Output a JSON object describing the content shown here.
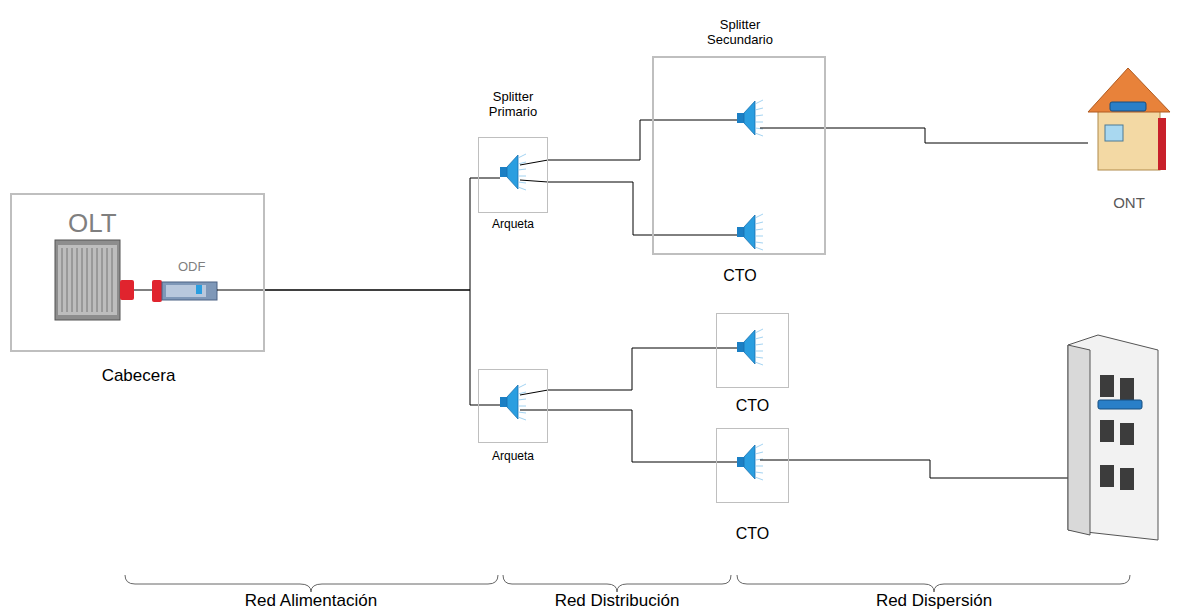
{
  "diagram": {
    "nodes": [
      {
        "text": [
          "Cabecera"
        ]
      },
      {
        "text": [
          "Splitter Primario",
          "Arqueta"
        ]
      },
      {
        "text": [
          "Splitter Secundario",
          "CTO"
        ]
      },
      {
        "text": [
          "Arqueta"
        ]
      },
      {
        "text": [
          "CTO"
        ]
      },
      {
        "text": [
          "CTO"
        ]
      },
      {
        "text": [
          "ONT"
        ]
      }
    ],
    "edges": [
      {
        "from": 0,
        "to": 1,
        "arrow": "none"
      },
      {
        "from": 0,
        "to": 3,
        "arrow": "none"
      },
      {
        "from": 1,
        "to": 2,
        "arrow": "none"
      },
      {
        "from": 1,
        "to": 2,
        "arrow": "none"
      },
      {
        "from": 3,
        "to": 4,
        "arrow": "none"
      },
      {
        "from": 3,
        "to": 5,
        "arrow": "none"
      },
      {
        "from": 2,
        "to": 6,
        "arrow": "none"
      }
    ],
    "labels": [
      "OLT",
      "ODF",
      "Red Alimentación",
      "Red Distribución",
      "Red Dispersión"
    ]
  }
}
